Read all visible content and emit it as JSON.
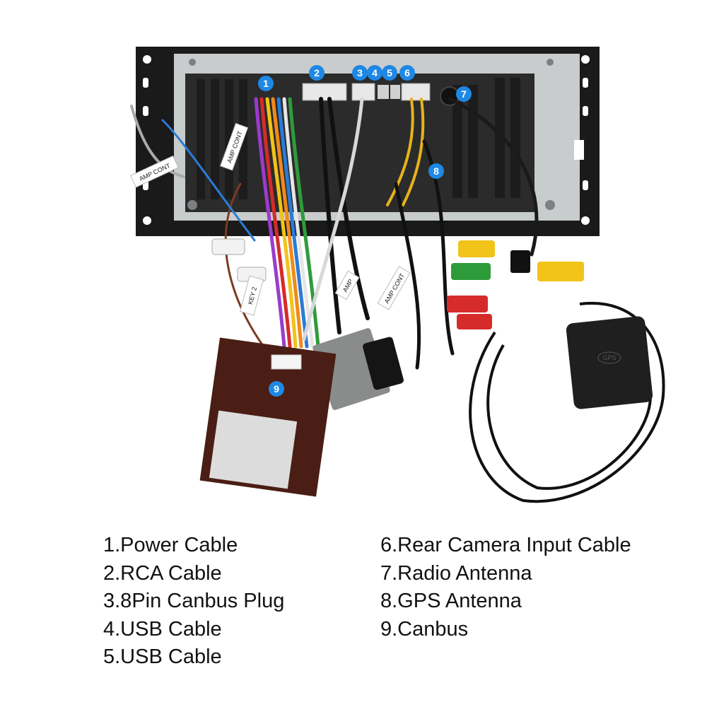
{
  "markers": [
    "1",
    "2",
    "3",
    "4",
    "5",
    "6",
    "7",
    "8",
    "9"
  ],
  "tags": {
    "amp_cont_left": "AMP CONT",
    "amp_cont_upper": "AMP CONT",
    "key2": "KEY 2",
    "amp_lower": "AMP",
    "amp_cont_lower": "AMP CONT",
    "gps": "GPS"
  },
  "legend": {
    "left": [
      "1.Power Cable",
      "2.RCA Cable",
      "3.8Pin Canbus Plug",
      "4.USB Cable",
      "5.USB Cable"
    ],
    "right": [
      "6.Rear Camera Input Cable",
      "7.Radio Antenna",
      "8.GPS Antenna",
      "9.Canbus"
    ]
  },
  "colors": {
    "marker": "#1e88e5",
    "housing": "#1a1a1a",
    "plate": "#c9cccc",
    "canbus_box": "#4a1e14",
    "rca_red": "#d62b2b",
    "rca_yellow": "#f2c318",
    "rca_green": "#2e9b3a",
    "rca_white": "#f2f2f2"
  }
}
